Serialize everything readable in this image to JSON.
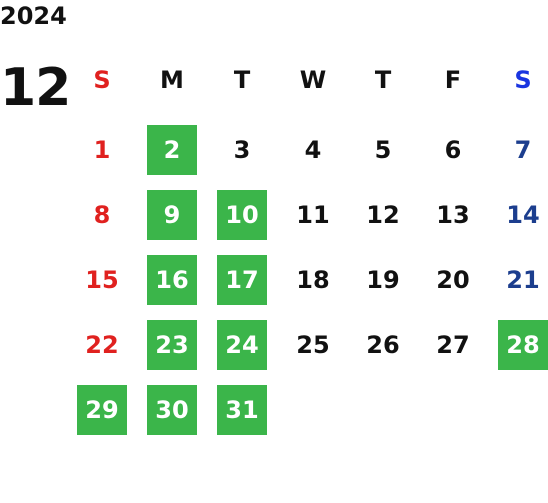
{
  "header": {
    "year": "2024",
    "month": "12"
  },
  "weekdays": [
    "S",
    "M",
    "T",
    "W",
    "T",
    "F",
    "S"
  ],
  "colors": {
    "sunday": "#e0211f",
    "saturday_header": "#1a35e0",
    "saturday": "#1c3e8e",
    "weekday": "#111111",
    "holiday_bg": "#3bb54a",
    "holiday_text": "#ffffff"
  },
  "weeks": [
    [
      {
        "day": "1",
        "hl": false
      },
      {
        "day": "2",
        "hl": true
      },
      {
        "day": "3",
        "hl": false
      },
      {
        "day": "4",
        "hl": false
      },
      {
        "day": "5",
        "hl": false
      },
      {
        "day": "6",
        "hl": false
      },
      {
        "day": "7",
        "hl": false
      }
    ],
    [
      {
        "day": "8",
        "hl": false
      },
      {
        "day": "9",
        "hl": true
      },
      {
        "day": "10",
        "hl": true
      },
      {
        "day": "11",
        "hl": false
      },
      {
        "day": "12",
        "hl": false
      },
      {
        "day": "13",
        "hl": false
      },
      {
        "day": "14",
        "hl": false
      }
    ],
    [
      {
        "day": "15",
        "hl": false
      },
      {
        "day": "16",
        "hl": true
      },
      {
        "day": "17",
        "hl": true
      },
      {
        "day": "18",
        "hl": false
      },
      {
        "day": "19",
        "hl": false
      },
      {
        "day": "20",
        "hl": false
      },
      {
        "day": "21",
        "hl": false
      }
    ],
    [
      {
        "day": "22",
        "hl": false
      },
      {
        "day": "23",
        "hl": true
      },
      {
        "day": "24",
        "hl": true
      },
      {
        "day": "25",
        "hl": false
      },
      {
        "day": "26",
        "hl": false
      },
      {
        "day": "27",
        "hl": false
      },
      {
        "day": "28",
        "hl": true
      }
    ],
    [
      {
        "day": "29",
        "hl": true
      },
      {
        "day": "30",
        "hl": true
      },
      {
        "day": "31",
        "hl": true
      },
      {
        "day": "",
        "hl": false
      },
      {
        "day": "",
        "hl": false
      },
      {
        "day": "",
        "hl": false
      },
      {
        "day": "",
        "hl": false
      }
    ]
  ]
}
